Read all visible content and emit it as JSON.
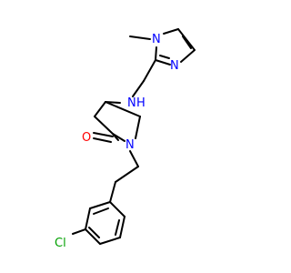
{
  "molecule": {
    "atoms": {
      "n_methyl": {
        "label": "N",
        "color": "#0000ff"
      },
      "n_imine": {
        "label": "N",
        "color": "#0000ff"
      },
      "n_amine": {
        "label": "N",
        "color": "#0000ff"
      },
      "h_amine": {
        "label": "H",
        "color": "#0000ff"
      },
      "n_ring": {
        "label": "N",
        "color": "#0000ff"
      },
      "o_carbonyl": {
        "label": "O",
        "color": "#ff0000"
      },
      "cl": {
        "label": "Cl",
        "color": "#00a000"
      }
    },
    "bond_color": "#000000"
  }
}
